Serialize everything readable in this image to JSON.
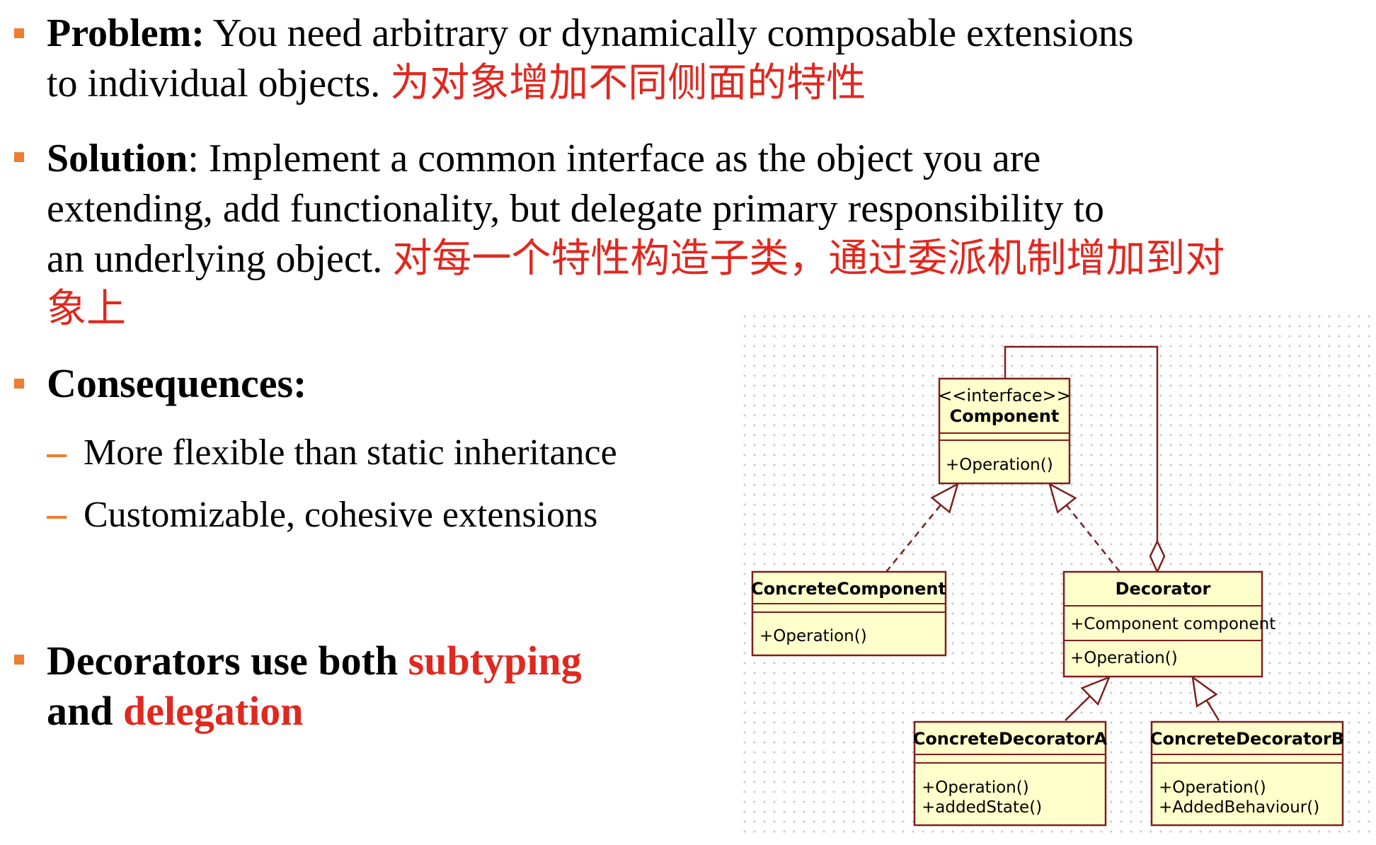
{
  "problem": {
    "label": "Problem:",
    "text": " You need arbitrary or dynamically composable extensions",
    "text2": "to individual objects. ",
    "cn": "为对象增加不同侧面的特性"
  },
  "solution": {
    "label": "Solution",
    "text": ": Implement a common interface as the object you are",
    "text2": "extending, add functionality, but delegate primary responsibility to",
    "text3": "an underlying object. ",
    "cn": "对每一个特性构造子类，通过委派机制增加到对",
    "cn2": "象上"
  },
  "consequences": {
    "label": "Consequences:",
    "items": [
      "More flexible than static inheritance",
      "Customizable, cohesive extensions"
    ]
  },
  "decorators": {
    "line1": "Decorators use both ",
    "subtyping": "subtyping",
    "line2": "and ",
    "delegation": "delegation"
  },
  "uml": {
    "component": {
      "stereotype": "<<interface>>",
      "name": "Component",
      "ops": [
        "+Operation()"
      ]
    },
    "concrete_component": {
      "name": "ConcreteComponent",
      "ops": [
        "+Operation()"
      ]
    },
    "decorator": {
      "name": "Decorator",
      "attrs": [
        "+Component component"
      ],
      "ops": [
        "+Operation()"
      ]
    },
    "decorator_a": {
      "name": "ConcreteDecoratorA",
      "ops": [
        "+Operation()",
        "+addedState()"
      ]
    },
    "decorator_b": {
      "name": "ConcreteDecoratorB",
      "ops": [
        "+Operation()",
        "+AddedBehaviour()"
      ]
    }
  },
  "colors": {
    "accent": "#ee7d31",
    "highlight": "#e0281f",
    "uml_fill": "#ffffcc",
    "uml_border": "#7f1e1e"
  }
}
